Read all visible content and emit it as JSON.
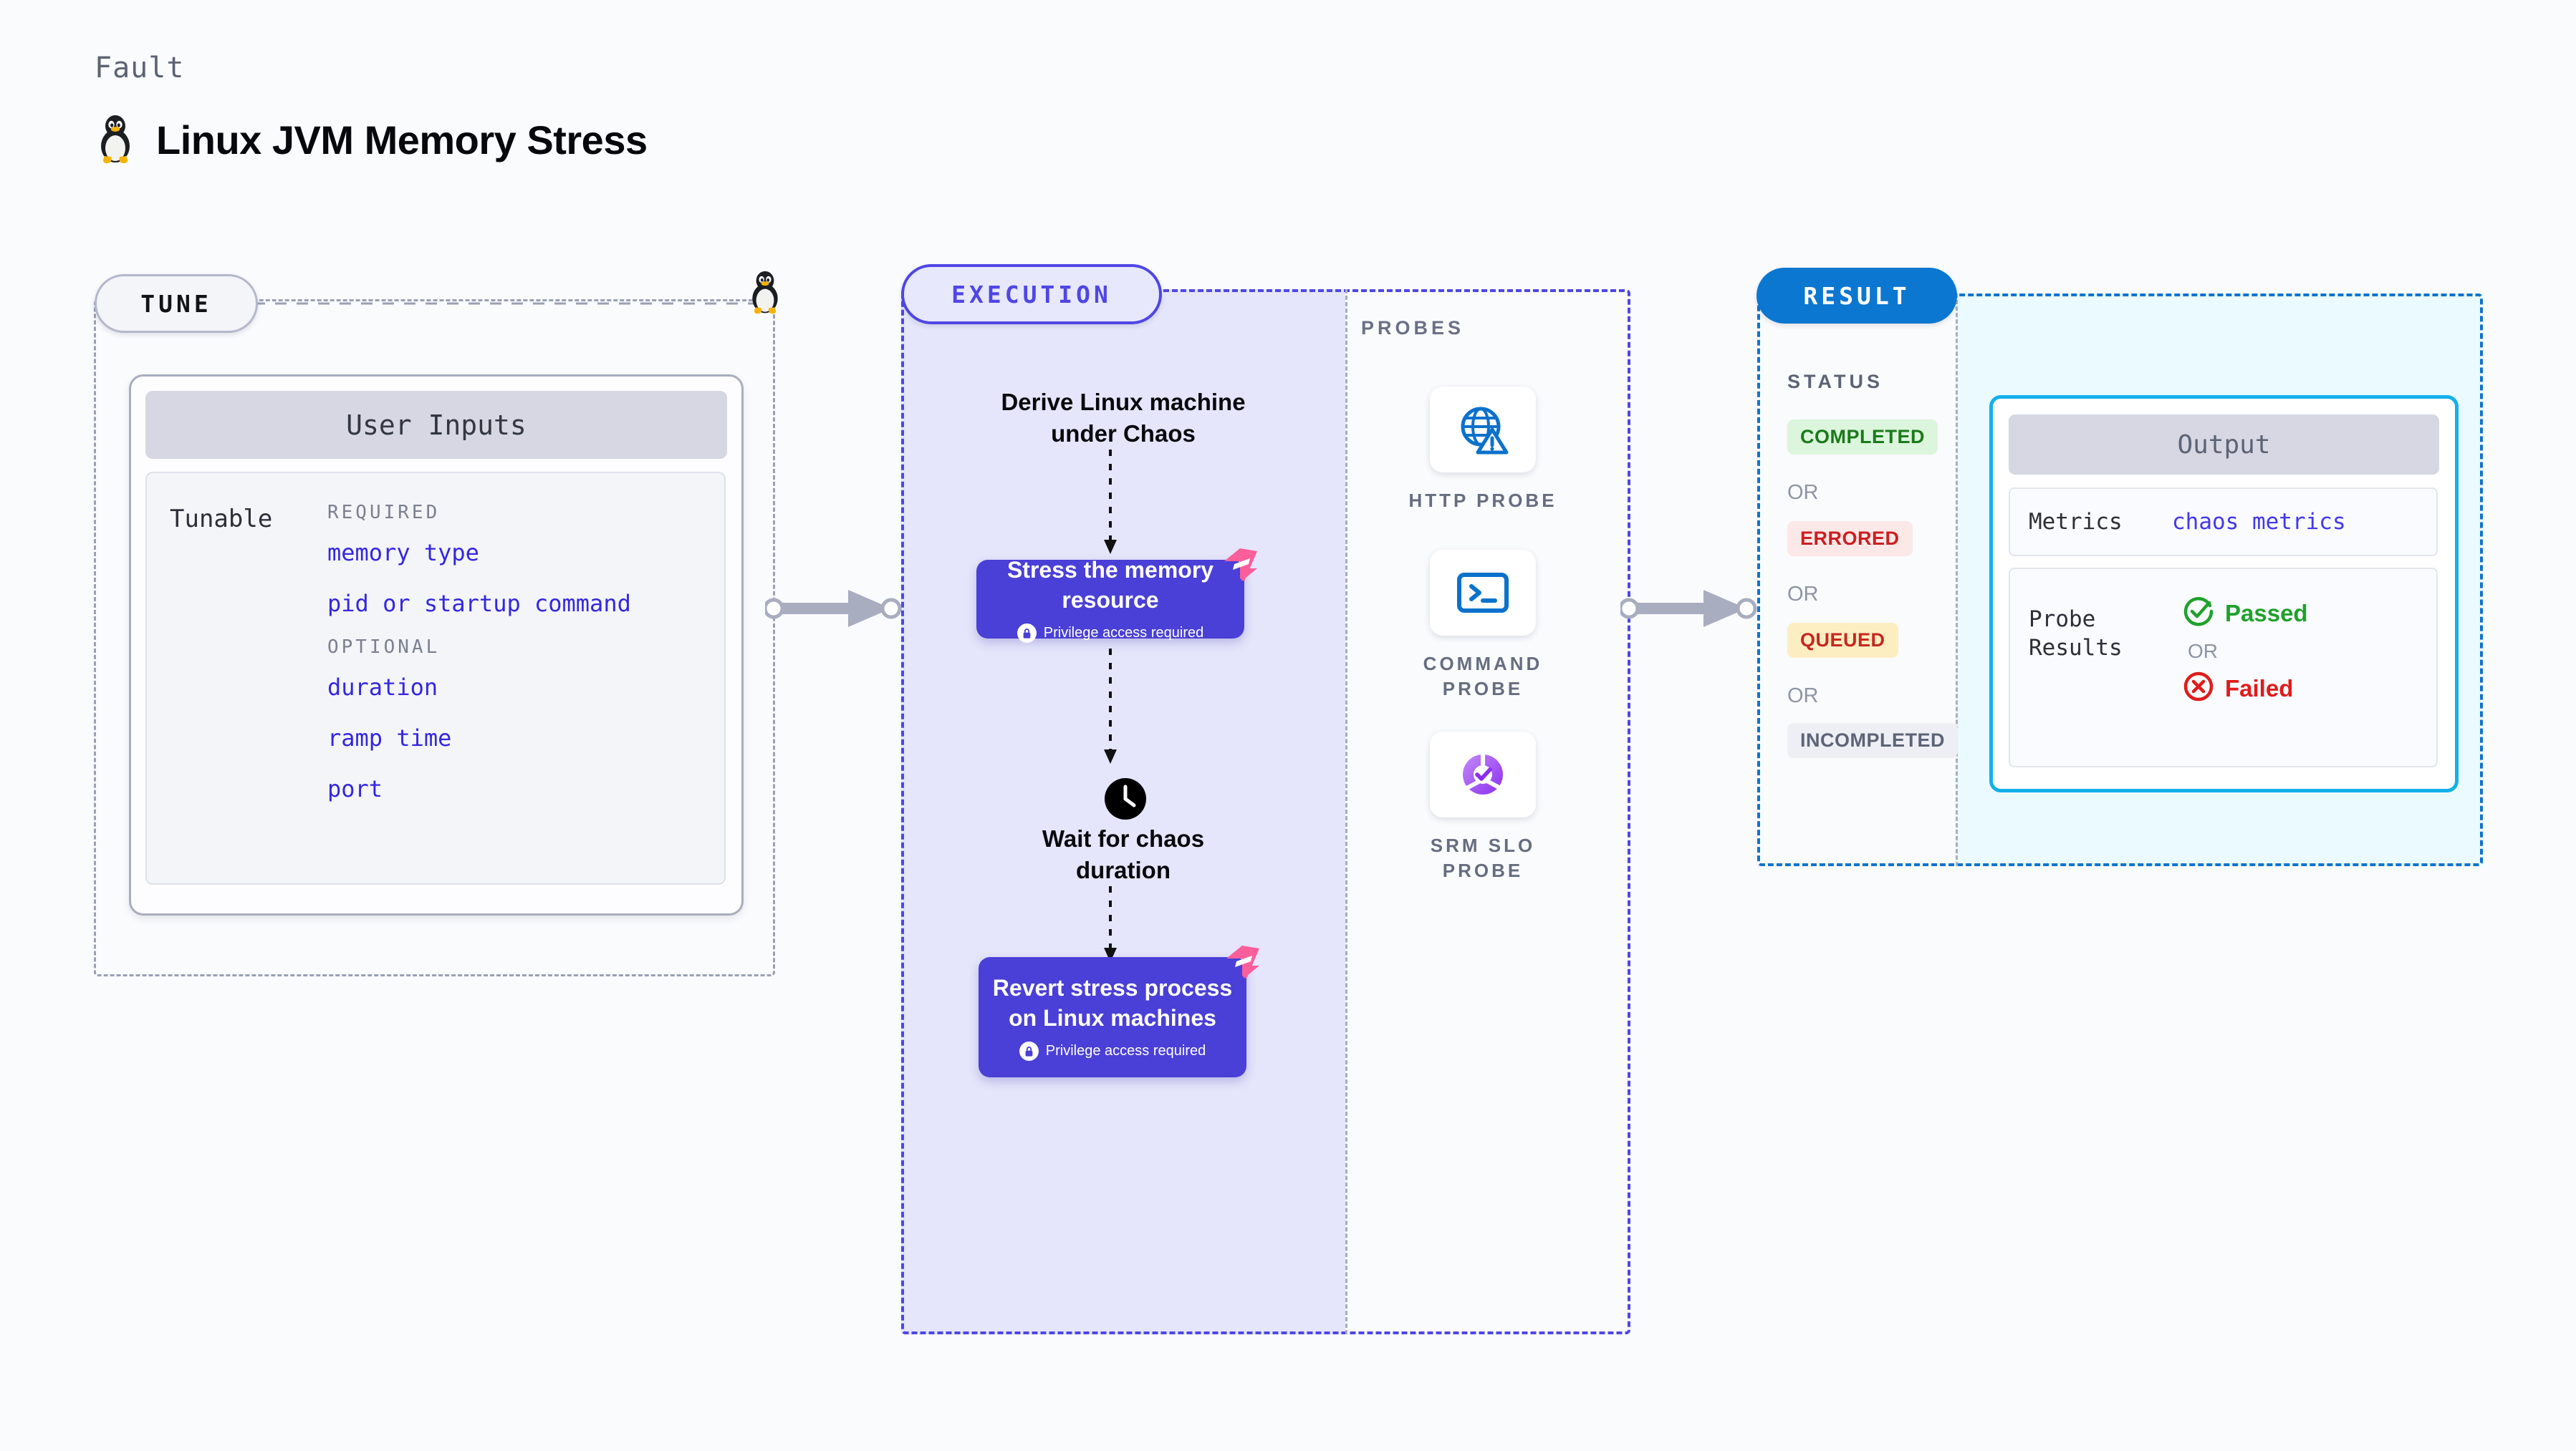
{
  "header": {
    "eyebrow": "Fault",
    "title": "Linux JVM Memory Stress",
    "icon": "tux-penguin-icon"
  },
  "tune": {
    "pill_label": "TUNE",
    "card_title": "User Inputs",
    "tunable_label": "Tunable",
    "groups": [
      {
        "heading": "REQUIRED",
        "items": [
          "memory type",
          "pid or startup command"
        ]
      },
      {
        "heading": "OPTIONAL",
        "items": [
          "duration",
          "ramp time",
          "port"
        ]
      }
    ]
  },
  "execution": {
    "pill_label": "EXECUTION",
    "steps": [
      {
        "type": "text",
        "label": "Derive Linux machine under Chaos"
      },
      {
        "type": "node",
        "label": "Stress the memory resource",
        "privilege": "Privilege access required",
        "badge": "harness-logo-icon"
      },
      {
        "type": "clock",
        "label": "Wait for chaos duration",
        "icon": "clock-icon"
      },
      {
        "type": "node",
        "label": "Revert stress process on Linux machines",
        "privilege": "Privilege access required",
        "badge": "harness-logo-icon"
      }
    ]
  },
  "probes": {
    "section_label": "PROBES",
    "items": [
      {
        "label": "HTTP PROBE",
        "icon": "globe-warning-icon"
      },
      {
        "label": "COMMAND PROBE",
        "icon": "terminal-icon"
      },
      {
        "label": "SRM SLO PROBE",
        "icon": "slo-donut-check-icon"
      }
    ]
  },
  "result": {
    "pill_label": "RESULT",
    "status_label": "STATUS",
    "or_label": "OR",
    "statuses": [
      {
        "label": "COMPLETED",
        "bg": "#dcf5dd",
        "fg": "#1a7a1a"
      },
      {
        "label": "ERRORED",
        "bg": "#fde8e8",
        "fg": "#cb1f1f"
      },
      {
        "label": "QUEUED",
        "bg": "#fdeec2",
        "fg": "#c6271e"
      },
      {
        "label": "INCOMPLETED",
        "bg": "#eeeff4",
        "fg": "#5d6478"
      }
    ],
    "output": {
      "title": "Output",
      "metrics_key": "Metrics",
      "metrics_value": "chaos metrics",
      "probe_key": "Probe Results",
      "passed_label": "Passed",
      "failed_label": "Failed",
      "or_label": "OR"
    }
  },
  "colors": {
    "indigo": "#4f46e5",
    "node_purple": "#4a3fd6",
    "result_blue": "#0c77d0",
    "output_cyan": "#13b0ea",
    "probe_blue": "#0b72cc",
    "pink_badge": "#fa5e9b",
    "green": "#1fa12c",
    "red": "#e01b1b",
    "mono_blue": "#3427e0"
  }
}
